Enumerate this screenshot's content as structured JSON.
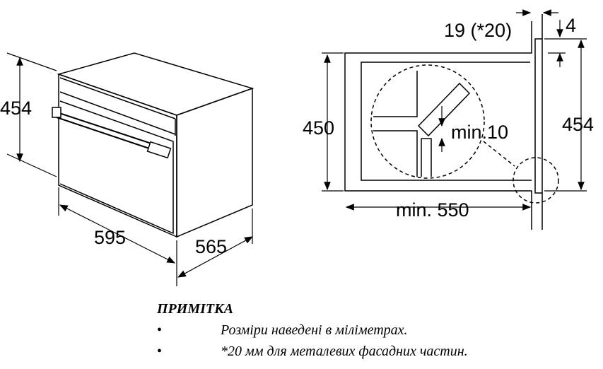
{
  "left_view": {
    "height": "454",
    "width": "595",
    "depth": "565"
  },
  "right_view": {
    "niche_height": "450",
    "front_height": "454",
    "min_depth": "min. 550",
    "gap": "19 (*20)",
    "front_thickness": "4",
    "min_clearance": "min.10"
  },
  "note": {
    "title": "ПРИМІТКА",
    "items": [
      "Розміри наведені в міліметрах.",
      "*20 мм для металевих фасадних частин."
    ]
  }
}
